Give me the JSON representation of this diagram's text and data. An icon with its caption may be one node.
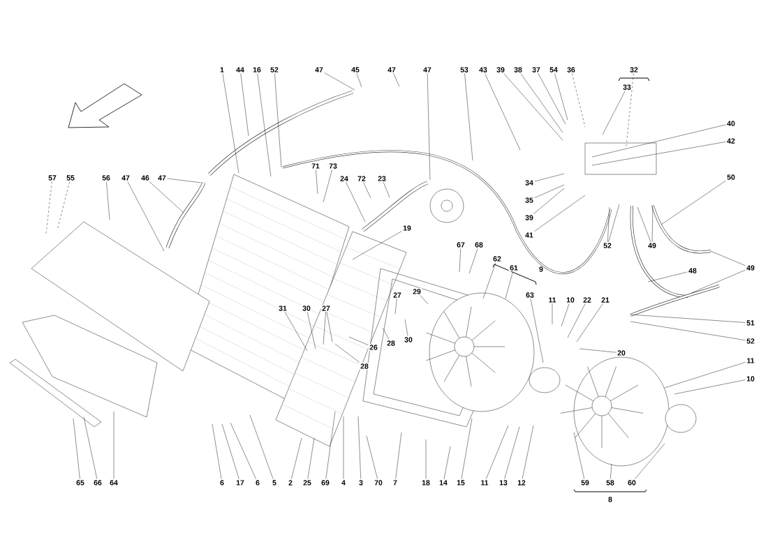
{
  "diagram": {
    "nodes": [
      {
        "text": [
          "1"
        ]
      },
      {
        "text": [
          "44"
        ]
      },
      {
        "text": [
          "16"
        ]
      },
      {
        "text": [
          "52"
        ]
      },
      {
        "text": [
          "47"
        ]
      },
      {
        "text": [
          "45"
        ]
      },
      {
        "text": [
          "47"
        ]
      },
      {
        "text": [
          "47"
        ]
      },
      {
        "text": [
          "53"
        ]
      },
      {
        "text": [
          "43"
        ]
      },
      {
        "text": [
          "39"
        ]
      },
      {
        "text": [
          "38"
        ]
      },
      {
        "text": [
          "37"
        ]
      },
      {
        "text": [
          "54"
        ]
      },
      {
        "text": [
          "36"
        ]
      },
      {
        "text": [
          "32"
        ]
      },
      {
        "text": [
          "33"
        ]
      },
      {
        "text": [
          "40"
        ]
      },
      {
        "text": [
          "42"
        ]
      },
      {
        "text": [
          "57"
        ]
      },
      {
        "text": [
          "55"
        ]
      },
      {
        "text": [
          "56"
        ]
      },
      {
        "text": [
          "47"
        ]
      },
      {
        "text": [
          "46"
        ]
      },
      {
        "text": [
          "47"
        ]
      },
      {
        "text": [
          "71"
        ]
      },
      {
        "text": [
          "73"
        ]
      },
      {
        "text": [
          "24"
        ]
      },
      {
        "text": [
          "72"
        ]
      },
      {
        "text": [
          "23"
        ]
      },
      {
        "text": [
          "50"
        ]
      },
      {
        "text": [
          "34"
        ]
      },
      {
        "text": [
          "35"
        ]
      },
      {
        "text": [
          "39"
        ]
      },
      {
        "text": [
          "41"
        ]
      },
      {
        "text": [
          "19"
        ]
      },
      {
        "text": [
          "52"
        ]
      },
      {
        "text": [
          "49"
        ]
      },
      {
        "text": [
          "67"
        ]
      },
      {
        "text": [
          "68"
        ]
      },
      {
        "text": [
          "48"
        ]
      },
      {
        "text": [
          "49"
        ]
      },
      {
        "text": [
          "62"
        ]
      },
      {
        "text": [
          "61"
        ]
      },
      {
        "text": [
          "27"
        ]
      },
      {
        "text": [
          "29"
        ]
      },
      {
        "text": [
          "63"
        ]
      },
      {
        "text": [
          "11"
        ]
      },
      {
        "text": [
          "10"
        ]
      },
      {
        "text": [
          "22"
        ]
      },
      {
        "text": [
          "21"
        ]
      },
      {
        "text": [
          "31"
        ]
      },
      {
        "text": [
          "30"
        ]
      },
      {
        "text": [
          "27"
        ]
      },
      {
        "text": [
          "51"
        ]
      },
      {
        "text": [
          "30"
        ]
      },
      {
        "text": [
          "28"
        ]
      },
      {
        "text": [
          "26"
        ]
      },
      {
        "text": [
          "52"
        ]
      },
      {
        "text": [
          "20"
        ]
      },
      {
        "text": [
          "11"
        ]
      },
      {
        "text": [
          "28"
        ]
      },
      {
        "text": [
          "10"
        ]
      },
      {
        "text": [
          "65"
        ]
      },
      {
        "text": [
          "66"
        ]
      },
      {
        "text": [
          "64"
        ]
      },
      {
        "text": [
          "6"
        ]
      },
      {
        "text": [
          "17"
        ]
      },
      {
        "text": [
          "6"
        ]
      },
      {
        "text": [
          "5"
        ]
      },
      {
        "text": [
          "2"
        ]
      },
      {
        "text": [
          "25"
        ]
      },
      {
        "text": [
          "69"
        ]
      },
      {
        "text": [
          "4"
        ]
      },
      {
        "text": [
          "3"
        ]
      },
      {
        "text": [
          "70"
        ]
      },
      {
        "text": [
          "7"
        ]
      },
      {
        "text": [
          "18"
        ]
      },
      {
        "text": [
          "14"
        ]
      },
      {
        "text": [
          "15"
        ]
      },
      {
        "text": [
          "11"
        ]
      },
      {
        "text": [
          "13"
        ]
      },
      {
        "text": [
          "12"
        ]
      },
      {
        "text": [
          "59"
        ]
      },
      {
        "text": [
          "58"
        ]
      },
      {
        "text": [
          "60"
        ]
      }
    ],
    "edges": [
      {
        "from": 0,
        "to": null,
        "arrow": "none"
      },
      {
        "from": 1,
        "to": null,
        "arrow": "none"
      },
      {
        "from": 2,
        "to": null,
        "arrow": "none"
      },
      {
        "from": 3,
        "to": null,
        "arrow": "none"
      },
      {
        "from": 4,
        "to": null,
        "arrow": "none"
      },
      {
        "from": 5,
        "to": null,
        "arrow": "none"
      },
      {
        "from": 6,
        "to": null,
        "arrow": "none"
      },
      {
        "from": 7,
        "to": null,
        "arrow": "none"
      },
      {
        "from": 8,
        "to": null,
        "arrow": "none"
      },
      {
        "from": 9,
        "to": null,
        "arrow": "none"
      },
      {
        "from": 10,
        "to": null,
        "arrow": "none"
      },
      {
        "from": 11,
        "to": null,
        "arrow": "none"
      },
      {
        "from": 12,
        "to": null,
        "arrow": "none"
      },
      {
        "from": 13,
        "to": null,
        "arrow": "none"
      },
      {
        "from": 14,
        "to": null,
        "arrow": "none",
        "style": "dashed"
      },
      {
        "from": 15,
        "to": null,
        "arrow": "none",
        "style": "dashed"
      },
      {
        "from": 16,
        "to": null,
        "arrow": "none"
      },
      {
        "from": 17,
        "to": null,
        "arrow": "none"
      },
      {
        "from": 18,
        "to": null,
        "arrow": "none"
      },
      {
        "from": 19,
        "to": null,
        "arrow": "none",
        "style": "dashed"
      },
      {
        "from": 20,
        "to": null,
        "arrow": "none",
        "style": "dashed"
      },
      {
        "from": 21,
        "to": null,
        "arrow": "none"
      },
      {
        "from": 22,
        "to": null,
        "arrow": "none"
      },
      {
        "from": 23,
        "to": null,
        "arrow": "none"
      },
      {
        "from": 24,
        "to": null,
        "arrow": "none"
      },
      {
        "from": 25,
        "to": null,
        "arrow": "none"
      },
      {
        "from": 26,
        "to": null,
        "arrow": "none"
      },
      {
        "from": 27,
        "to": null,
        "arrow": "none"
      },
      {
        "from": 28,
        "to": null,
        "arrow": "none"
      },
      {
        "from": 29,
        "to": null,
        "arrow": "none"
      },
      {
        "from": 30,
        "to": null,
        "arrow": "none"
      },
      {
        "from": 31,
        "to": null,
        "arrow": "none"
      },
      {
        "from": 32,
        "to": null,
        "arrow": "none"
      },
      {
        "from": 33,
        "to": null,
        "arrow": "none"
      },
      {
        "from": 34,
        "to": null,
        "arrow": "none"
      },
      {
        "from": 35,
        "to": null,
        "arrow": "none"
      },
      {
        "from": 36,
        "to": null,
        "arrow": "none"
      },
      {
        "from": 36,
        "to": null,
        "arrow": "none"
      },
      {
        "from": 37,
        "to": null,
        "arrow": "none"
      },
      {
        "from": 37,
        "to": null,
        "arrow": "none"
      },
      {
        "from": 38,
        "to": null,
        "arrow": "none"
      },
      {
        "from": 39,
        "to": null,
        "arrow": "none"
      },
      {
        "from": 40,
        "to": null,
        "arrow": "none"
      },
      {
        "from": 41,
        "to": null,
        "arrow": "none"
      },
      {
        "from": 41,
        "to": null,
        "arrow": "none"
      },
      {
        "from": 42,
        "to": null,
        "arrow": "none"
      },
      {
        "from": 43,
        "to": null,
        "arrow": "none"
      },
      {
        "from": 44,
        "to": null,
        "arrow": "none"
      },
      {
        "from": 45,
        "to": null,
        "arrow": "none"
      },
      {
        "from": 46,
        "to": null,
        "arrow": "none"
      },
      {
        "from": 47,
        "to": null,
        "arrow": "none"
      },
      {
        "from": 48,
        "to": null,
        "arrow": "none"
      },
      {
        "from": 49,
        "to": null,
        "arrow": "none"
      },
      {
        "from": 50,
        "to": null,
        "arrow": "none"
      },
      {
        "from": 51,
        "to": null,
        "arrow": "none"
      },
      {
        "from": 52,
        "to": null,
        "arrow": "none"
      },
      {
        "from": 53,
        "to": null,
        "arrow": "none"
      },
      {
        "from": 53,
        "to": null,
        "arrow": "none"
      },
      {
        "from": 54,
        "to": null,
        "arrow": "none"
      },
      {
        "from": 55,
        "to": null,
        "arrow": "none"
      },
      {
        "from": 56,
        "to": null,
        "arrow": "none"
      },
      {
        "from": 57,
        "to": null,
        "arrow": "none"
      },
      {
        "from": 58,
        "to": null,
        "arrow": "none"
      },
      {
        "from": 59,
        "to": null,
        "arrow": "none"
      },
      {
        "from": 60,
        "to": null,
        "arrow": "none"
      },
      {
        "from": 61,
        "to": null,
        "arrow": "none"
      },
      {
        "from": 62,
        "to": null,
        "arrow": "none"
      },
      {
        "from": 63,
        "to": null,
        "arrow": "none"
      },
      {
        "from": 64,
        "to": null,
        "arrow": "none"
      },
      {
        "from": 65,
        "to": null,
        "arrow": "none"
      },
      {
        "from": 66,
        "to": null,
        "arrow": "none"
      },
      {
        "from": 67,
        "to": null,
        "arrow": "none"
      },
      {
        "from": 68,
        "to": null,
        "arrow": "none"
      },
      {
        "from": 69,
        "to": null,
        "arrow": "none"
      },
      {
        "from": 70,
        "to": null,
        "arrow": "none"
      },
      {
        "from": 71,
        "to": null,
        "arrow": "none"
      },
      {
        "from": 72,
        "to": null,
        "arrow": "none"
      },
      {
        "from": 73,
        "to": null,
        "arrow": "none"
      },
      {
        "from": 74,
        "to": null,
        "arrow": "none"
      },
      {
        "from": 75,
        "to": null,
        "arrow": "none"
      },
      {
        "from": 76,
        "to": null,
        "arrow": "none"
      },
      {
        "from": 77,
        "to": null,
        "arrow": "none"
      },
      {
        "from": 78,
        "to": null,
        "arrow": "none"
      },
      {
        "from": 79,
        "to": null,
        "arrow": "none"
      },
      {
        "from": 80,
        "to": null,
        "arrow": "none"
      },
      {
        "from": 81,
        "to": null,
        "arrow": "none"
      },
      {
        "from": 82,
        "to": null,
        "arrow": "none"
      },
      {
        "from": 83,
        "to": null,
        "arrow": "none"
      },
      {
        "from": 84,
        "to": null,
        "arrow": "none"
      },
      {
        "from": 85,
        "to": null,
        "arrow": "none"
      }
    ],
    "labels": [
      "9",
      "8"
    ]
  }
}
